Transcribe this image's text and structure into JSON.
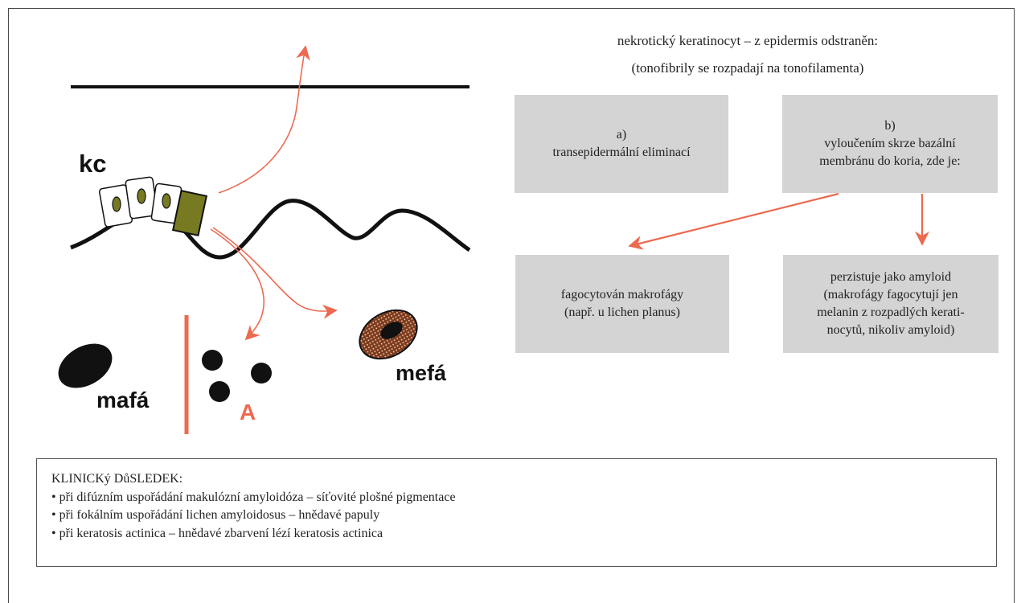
{
  "colors": {
    "arrow": "#ec6a50",
    "keratinocyte_nucleus": "#787a22",
    "necrotic_keratinocyte": "#787a22",
    "melanophage_body": "#7e3b1c",
    "box_fill": "#d4d4d5",
    "line": "#111111"
  },
  "illustration": {
    "label_kc": "kc",
    "label_mafa": "mafá",
    "label_a": "A",
    "label_mefa": "mefá"
  },
  "heading": {
    "line1": "nekrotický keratinocyt – z epidermis odstraněn:",
    "line2": "(tonofibrily se rozpadají na tonofilamenta)"
  },
  "boxes": {
    "a": [
      "a)",
      "transepidermální eliminací"
    ],
    "b": [
      "b)",
      "vyloučením skrze bazální",
      "membránu do koria, zde je:"
    ],
    "fagocytovan": [
      "fagocytován makrofágy",
      "(např. u lichen planus)"
    ],
    "perzistuje": [
      "perzistuje jako amyloid",
      "(makrofágy fagocytují jen",
      "melanin z rozpadlých kerati-",
      "nocytů, nikoliv amyloid)"
    ]
  },
  "clinical": {
    "title": "KLINICKý DůSLEDEK:",
    "items": [
      "při difúzním uspořádání makulózní amyloidóza – síťovité plošné pigmentace",
      "při fokálním uspořádání lichen amyloidosus – hnědavé papuly",
      "při keratosis actinica – hnědavé zbarvení lézí keratosis actinica"
    ]
  }
}
